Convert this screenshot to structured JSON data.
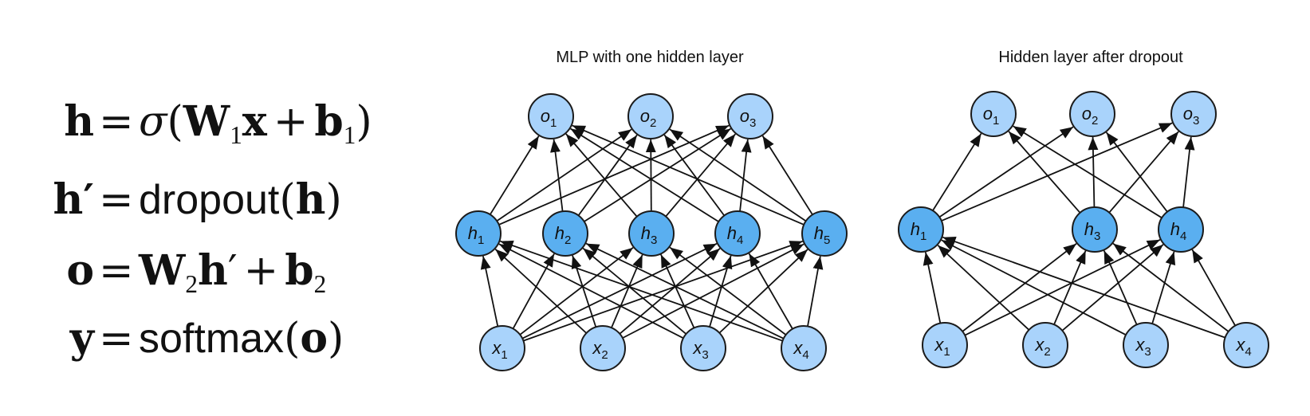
{
  "equations": [
    {
      "id": "eq1",
      "lhs": "h",
      "rhs": [
        {
          "t": "σ",
          "c": "serif it"
        },
        {
          "t": "(",
          "c": "serif"
        },
        {
          "t": "W",
          "c": "serif bold"
        },
        {
          "t": "1",
          "c": "sub"
        },
        {
          "t": "x",
          "c": "serif bold"
        },
        {
          "t": " + ",
          "c": "op"
        },
        {
          "t": "b",
          "c": "serif bold"
        },
        {
          "t": "1",
          "c": "sub"
        },
        {
          "t": ")",
          "c": "serif"
        }
      ]
    },
    {
      "id": "eq2",
      "lhs": "h′",
      "rhs": [
        {
          "t": "dropout",
          "c": "sans"
        },
        {
          "t": "(",
          "c": "serif"
        },
        {
          "t": "h",
          "c": "serif bold"
        },
        {
          "t": ")",
          "c": "serif"
        }
      ]
    },
    {
      "id": "eq3",
      "lhs": "o",
      "rhs": [
        {
          "t": "W",
          "c": "serif bold"
        },
        {
          "t": "2",
          "c": "sub"
        },
        {
          "t": "h",
          "c": "serif bold"
        },
        {
          "t": "′",
          "c": "serif"
        },
        {
          "t": " + ",
          "c": "op"
        },
        {
          "t": "b",
          "c": "serif bold"
        },
        {
          "t": "2",
          "c": "sub"
        }
      ]
    },
    {
      "id": "eq4",
      "lhs": "y",
      "rhs": [
        {
          "t": "softmax",
          "c": "sans"
        },
        {
          "t": "(",
          "c": "serif"
        },
        {
          "t": "o",
          "c": "serif bold"
        },
        {
          "t": ")",
          "c": "serif"
        }
      ]
    }
  ],
  "equals_sign": "=",
  "diagrams": [
    {
      "id": "mlp",
      "title": "MLP with one hidden layer",
      "inputs": [
        {
          "base": "x",
          "sub": "1"
        },
        {
          "base": "x",
          "sub": "2"
        },
        {
          "base": "x",
          "sub": "3"
        },
        {
          "base": "x",
          "sub": "4"
        }
      ],
      "hidden": [
        {
          "base": "h",
          "sub": "1"
        },
        {
          "base": "h",
          "sub": "2"
        },
        {
          "base": "h",
          "sub": "3"
        },
        {
          "base": "h",
          "sub": "4"
        },
        {
          "base": "h",
          "sub": "5"
        }
      ],
      "outputs": [
        {
          "base": "o",
          "sub": "1"
        },
        {
          "base": "o",
          "sub": "2"
        },
        {
          "base": "o",
          "sub": "3"
        }
      ],
      "kept_hidden": [
        0,
        1,
        2,
        3,
        4
      ]
    },
    {
      "id": "dropout",
      "title": "Hidden layer after dropout",
      "inputs": [
        {
          "base": "x",
          "sub": "1"
        },
        {
          "base": "x",
          "sub": "2"
        },
        {
          "base": "x",
          "sub": "3"
        },
        {
          "base": "x",
          "sub": "4"
        }
      ],
      "hidden": [
        {
          "base": "h",
          "sub": "1"
        },
        {
          "base": "h",
          "sub": "3"
        },
        {
          "base": "h",
          "sub": "4"
        }
      ],
      "outputs": [
        {
          "base": "o",
          "sub": "1"
        },
        {
          "base": "o",
          "sub": "2"
        },
        {
          "base": "o",
          "sub": "3"
        }
      ],
      "kept_hidden": [
        0,
        2,
        3
      ]
    }
  ],
  "colors": {
    "input_output_fill": "#a9d3fb",
    "hidden_fill": "#5aaff0",
    "stroke": "#1b1b1b"
  }
}
